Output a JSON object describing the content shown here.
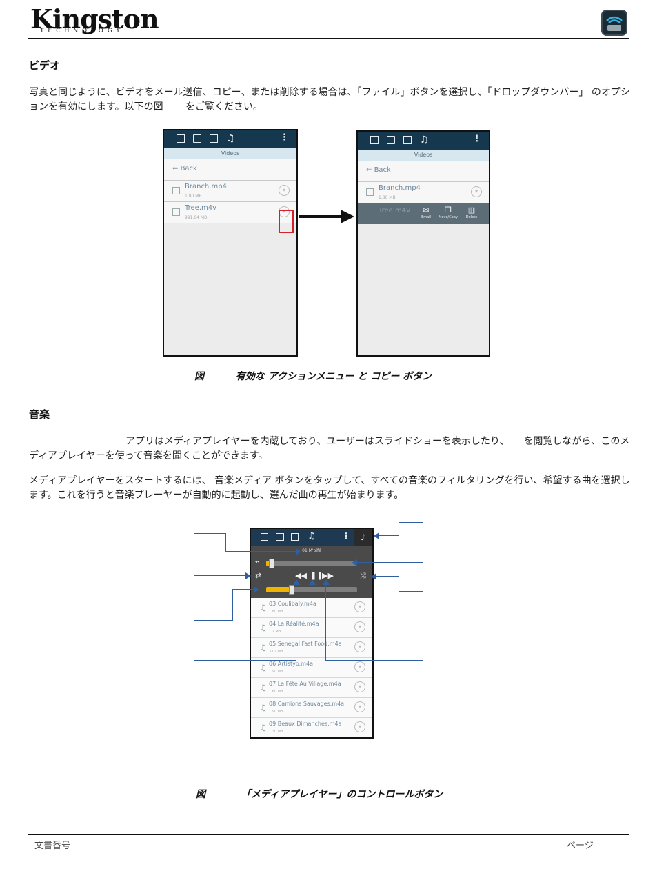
{
  "header": {
    "logo_text": "Kingston",
    "logo_sub": "TECHNOLOGY",
    "app_icon": "wifi-drive-app-icon"
  },
  "video_section": {
    "heading": "ビデオ",
    "paragraph": "写真と同じように、ビデオをメール送信、コピー、または削除する場合は、「ファイル」ボタンを選択し、「ドロップダウンバー」 のオプションを有効にします。以下の図 　　をご覧ください。",
    "caption_fig": "図",
    "caption_text": "有効な アクションメニュー と コピー ボタン"
  },
  "video_phone": {
    "tab_icons": [
      "document-icon",
      "photo-icon",
      "video-icon",
      "music-icon",
      "more-icon"
    ],
    "subbar": "Videos",
    "back_label": "Back",
    "files": [
      {
        "name": "Branch.mp4",
        "size": "1.80 MB"
      },
      {
        "name": "Tree.m4v",
        "size": "991.04 MB"
      }
    ],
    "actions": [
      {
        "label": "Email",
        "icon": "email-icon"
      },
      {
        "label": "Move/Copy",
        "icon": "copy-icon"
      },
      {
        "label": "Delete",
        "icon": "trash-icon"
      }
    ]
  },
  "music_section": {
    "heading": "音楽",
    "paragraph1": "　　　　　　　　　　アプリはメディアプレイヤーを内蔵しており、ユーザーはスライドショーを表示したり、　　を閲覧しながら、このメディアプレイヤーを使って音楽を聞くことができます。",
    "paragraph2": "メディアプレイヤーをスタートするには、 音楽メディア ボタンをタップして、すべての音楽のフィルタリングを行い、希望する曲を選択します。これを行うと音楽プレーヤーが自動的に起動し、選んだ曲の再生が始まります。",
    "caption_fig": "図",
    "caption_text": "「メディアプレイヤー」のコントロールボタン"
  },
  "player": {
    "now_playing": "01 M'bifé",
    "volume_level": 0.05,
    "progress_level": 0.27,
    "songs": [
      {
        "title": "03 Coulibaly.m4a",
        "size": "1.80 MB"
      },
      {
        "title": "04 La Réalité.m4a",
        "size": "1.2 MB"
      },
      {
        "title": "05 Sénégal Fast Food.m4a",
        "size": "3.07 MB"
      },
      {
        "title": "06 Artistyo.m4a",
        "size": "1.90 MB"
      },
      {
        "title": "07 La Fête Au Village.m4a",
        "size": "1.60 MB"
      },
      {
        "title": "08 Camions Sauvages.m4a",
        "size": "1.90 MB"
      },
      {
        "title": "09 Beaux Dimanches.m4a",
        "size": "1.30 MB"
      }
    ]
  },
  "footer": {
    "doc_number_label": "文書番号",
    "page_label": "ページ"
  },
  "colors": {
    "app_bar": "#15384e",
    "accent_yellow": "#f0b400",
    "callout_blue": "#2f5f9e",
    "highlight_red": "#d2232a"
  }
}
